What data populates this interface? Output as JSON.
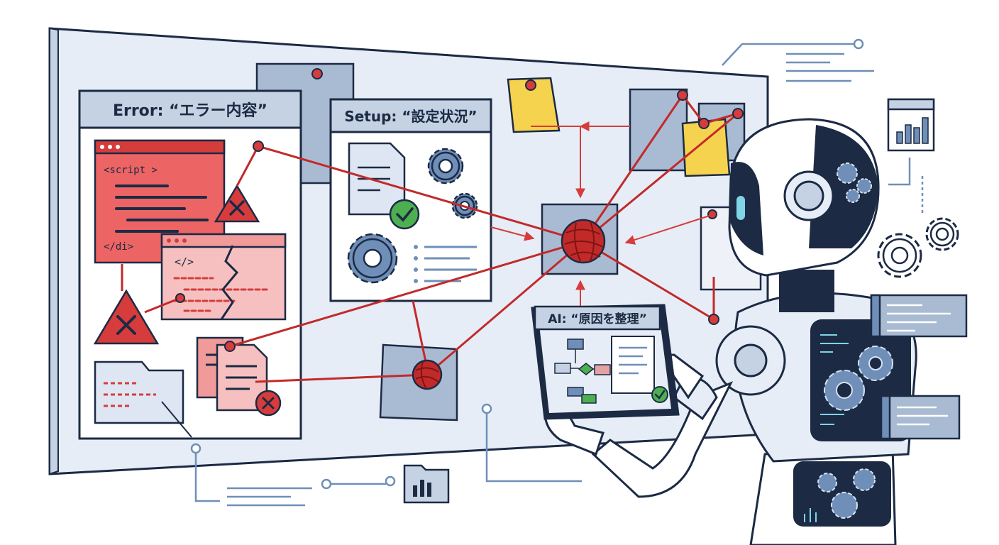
{
  "panels": {
    "error": {
      "title": "Error: “エラー内容”"
    },
    "setup": {
      "title": "Setup: “設定状況”"
    }
  },
  "code": {
    "script_open": "<script >",
    "div_close": "</di>",
    "tag_icon": "</>"
  },
  "tablet": {
    "title": "AI: “原因を整理”"
  },
  "colors": {
    "navy": "#1c2a44",
    "red": "#d63c3c",
    "board": "#e6edf6",
    "slate": "#a9bbd3",
    "yellow": "#f5d34f",
    "green": "#4caf50"
  }
}
